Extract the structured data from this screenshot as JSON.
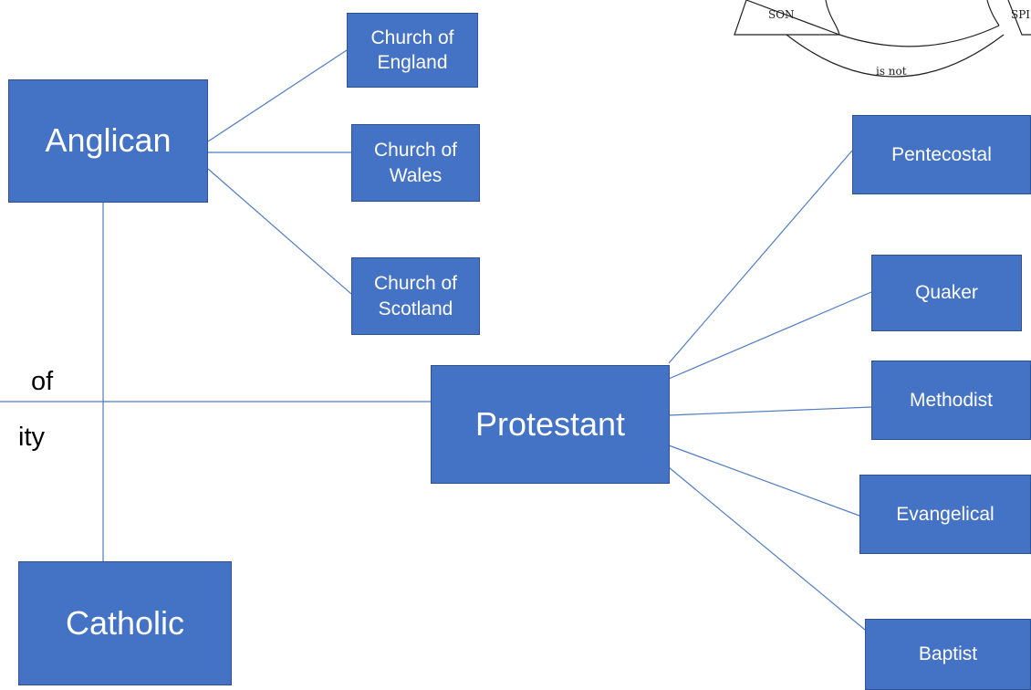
{
  "main_branches": {
    "anglican": "Anglican",
    "catholic": "Catholic",
    "protestant": "Protestant"
  },
  "anglican_children": [
    {
      "line1": "Church of",
      "line2": "England"
    },
    {
      "line1": "Church of",
      "line2": "Wales"
    },
    {
      "line1": "Church of",
      "line2": "Scotland"
    }
  ],
  "protestant_children": [
    "Pentecostal",
    "Quaker",
    "Methodist",
    "Evangelical",
    "Baptist"
  ],
  "left_fragment": {
    "line1": "of",
    "line2": "ity"
  },
  "trinity_fragment": {
    "son": "SON",
    "spirit_partial": "SPI",
    "is_not": "is not"
  },
  "colors": {
    "box_fill": "#4472c4",
    "box_border": "#2f528f",
    "connector": "#4f7cc4",
    "text": "#ffffff"
  }
}
